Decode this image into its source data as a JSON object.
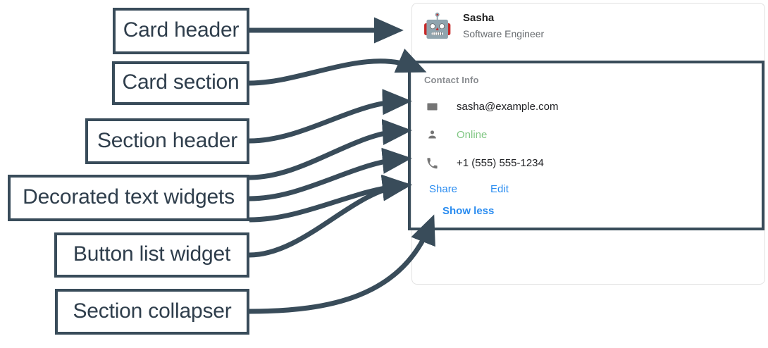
{
  "annotations": [
    {
      "id": "card-header",
      "label": "Card header"
    },
    {
      "id": "card-section",
      "label": "Card section"
    },
    {
      "id": "section-header",
      "label": "Section header"
    },
    {
      "id": "decorated",
      "label": "Decorated text widgets"
    },
    {
      "id": "button-list",
      "label": "Button list widget"
    },
    {
      "id": "collapser",
      "label": "Section collapser"
    }
  ],
  "card": {
    "header": {
      "avatar_icon": "robot-avatar",
      "avatar_glyph": "🤖",
      "title": "Sasha",
      "subtitle": "Software Engineer"
    },
    "section": {
      "header": "Contact Info",
      "rows": [
        {
          "icon": "email-icon",
          "text": "sasha@example.com",
          "status": false
        },
        {
          "icon": "person-icon",
          "text": "Online",
          "status": true
        },
        {
          "icon": "phone-icon",
          "text": "+1 (555) 555-1234",
          "status": false
        }
      ],
      "buttons": [
        {
          "label": "Share"
        },
        {
          "label": "Edit"
        }
      ],
      "collapser": {
        "label": "Show less"
      }
    }
  },
  "colors": {
    "annotation_stroke": "#394c5a",
    "link_blue": "#2a8cf0",
    "status_green": "#81c784",
    "muted_gray": "#8a8d91",
    "icon_gray": "#757575",
    "card_border": "#e2e2e2"
  }
}
